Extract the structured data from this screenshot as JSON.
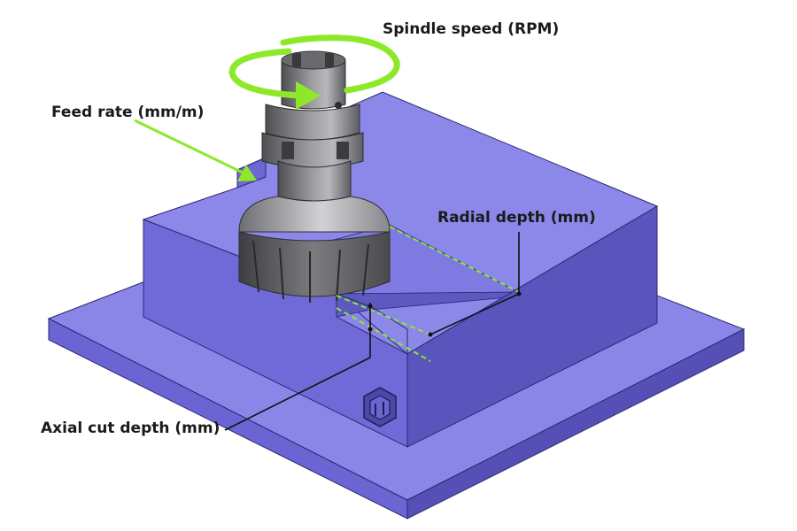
{
  "labels": {
    "spindle_speed": "Spindle speed (RPM)",
    "feed_rate": "Feed rate (mm/m)",
    "radial_depth": "Radial depth (mm)",
    "axial_cut_depth": "Axial cut depth (mm)"
  },
  "colors": {
    "workpiece_top": "#8a86e8",
    "workpiece_side_light": "#6d68d6",
    "workpiece_side_dark": "#5752b8",
    "tool_metal": "#7a7a7d",
    "indicator_green": "#8ee82a",
    "annotation_line": "#111111"
  },
  "icons": [
    "spindle-rotation-arrow-icon",
    "feed-direction-arrow-icon",
    "hex-nut-icon"
  ]
}
